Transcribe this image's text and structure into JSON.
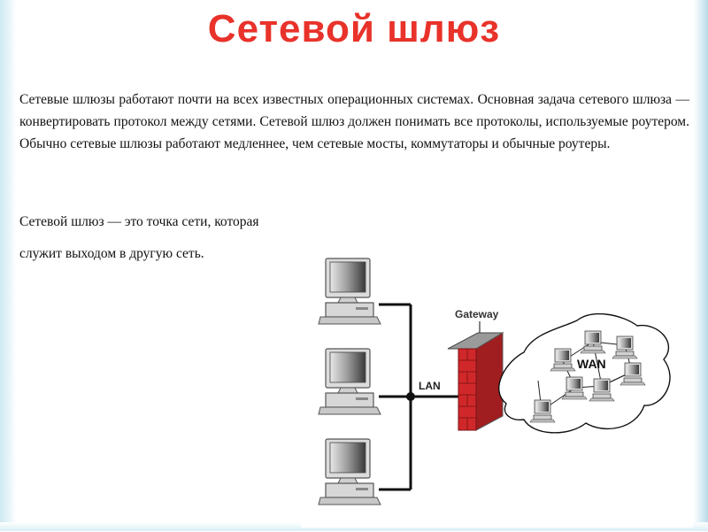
{
  "title": "Сетевой шлюз",
  "paragraph": "Сетевые шлюзы работают почти на всех известных операционных системах. Основная задача сетевого шлюза — конвертировать протокол между сетями. Сетевой шлюз должен понимать все протоколы, используемые роутером. Обычно сетевые шлюзы работают медленнее, чем сетевые мосты, коммутаторы и обычные роутеры.",
  "note_line1": "Сетевой шлюз — это точка сети, которая",
  "note_line2": "служит выходом в другую сеть.",
  "diagram": {
    "gateway_label": "Gateway",
    "lan_label": "LAN",
    "wan_label": "WAN",
    "firewall_color": "#d0282a",
    "icons": [
      "computer-icon",
      "firewall-icon",
      "cloud-network-icon"
    ]
  }
}
